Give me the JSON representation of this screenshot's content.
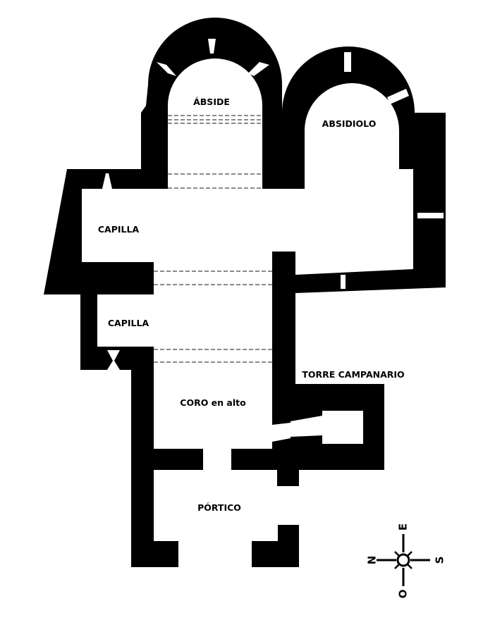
{
  "plan": {
    "wall_color": "#000000",
    "floor_color": "#ffffff",
    "labels": {
      "apse": "ÁBSIDE",
      "apsidiole": "ABSIDIOLO",
      "chapel_upper": "CAPILLA",
      "chapel_lower": "CAPILLA",
      "bell_tower": "TORRE CAMPANARIO",
      "choir": "CORO en alto",
      "portico": "PÓRTICO"
    }
  },
  "compass": {
    "north": "N",
    "south": "S",
    "east": "E",
    "west": "O"
  }
}
